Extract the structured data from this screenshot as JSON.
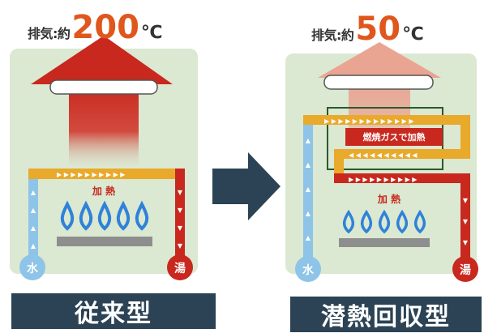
{
  "conventional": {
    "exhaust_prefix": "排気:約",
    "exhaust_temp": "200",
    "exhaust_unit": "℃",
    "heat_label": "加 熱",
    "water_label": "水",
    "hot_water_label": "湯",
    "caption": "従来型"
  },
  "latent": {
    "exhaust_prefix": "排気:約",
    "exhaust_temp": "50",
    "exhaust_unit": "℃",
    "exchanger_label": "燃焼ガスで加熱",
    "heat_label": "加 熱",
    "water_label": "水",
    "hot_water_label": "湯",
    "caption": "潜熱回収型"
  },
  "colors": {
    "panel_bg": "#dbe8d2",
    "hot_arrow": "#c8281e",
    "warm_arrow": "#eaa592",
    "cold_pipe": "#8ec4e8",
    "hot_pipe": "#c8281e",
    "warm_pipe": "#e9a92a",
    "flame": "#2f82d8",
    "caption_bg": "#2b4354",
    "big_arrow": "#2b4354",
    "temp_text": "#e0571d"
  }
}
